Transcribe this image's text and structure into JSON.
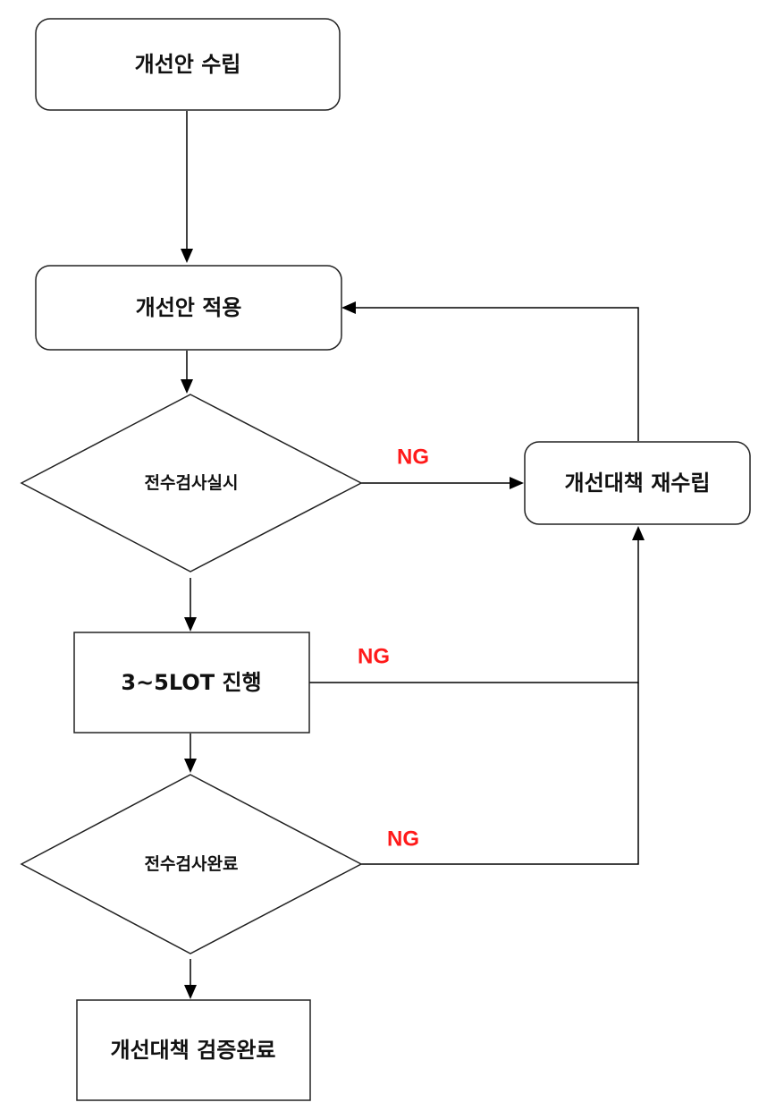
{
  "nodes": {
    "plan": "개선안 수립",
    "apply": "개선안 적용",
    "inspect": "전수검사실시",
    "replan": "개선대책 재수립",
    "lot": "3~5LOT 진행",
    "inspect_done": "전수검사완료",
    "verified": "개선대책 검증완료"
  },
  "edge_labels": {
    "ng_1": "NG",
    "ng_2": "NG",
    "ng_3": "NG"
  },
  "colors": {
    "ng": "#ff1a1a",
    "line": "#000000",
    "border": "#222222"
  }
}
